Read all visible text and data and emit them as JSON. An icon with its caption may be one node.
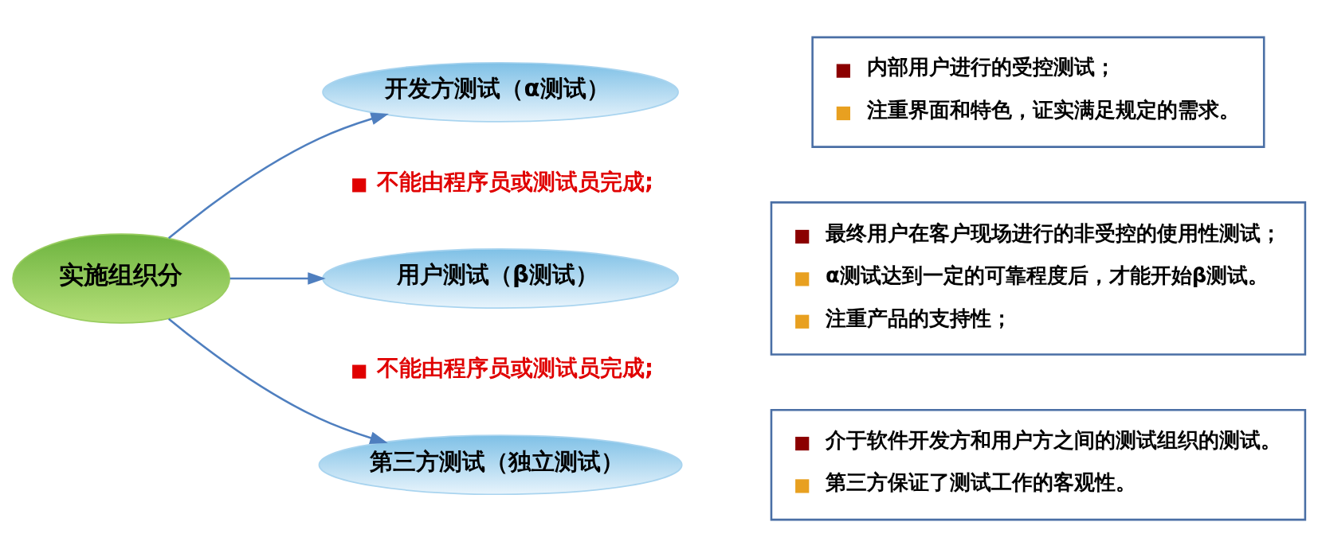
{
  "diagram": {
    "nodes": [
      {
        "text": [
          "实施组织分"
        ]
      },
      {
        "text": [
          "开发方测试（α测试）"
        ],
        "beside": [
          "不能由程序员或测试员完成;"
        ]
      },
      {
        "text": [
          "用户测试（β测试）"
        ],
        "beside": [
          "不能由程序员或测试员完成;"
        ]
      },
      {
        "text": [
          "第三方测试（独立测试）"
        ]
      },
      {
        "text": [
          "内部用户进行的受控测试；",
          "注重界面和特色，证实满足规定的需求。"
        ]
      },
      {
        "text": [
          "最终用户在客户现场进行的非受控的使用性测试；",
          "α测试达到一定的可靠程度后，才能开始β测试。",
          "注重产品的支持性；"
        ]
      },
      {
        "text": [
          "介于软件开发方和用户方之间的测试组织的测试。",
          "第三方保证了测试工作的客观性。"
        ]
      }
    ],
    "edges": [
      {
        "from": 0,
        "to": 1,
        "arrow": "to"
      },
      {
        "from": 0,
        "to": 2,
        "arrow": "to"
      },
      {
        "from": 0,
        "to": 3,
        "arrow": "to"
      }
    ]
  }
}
